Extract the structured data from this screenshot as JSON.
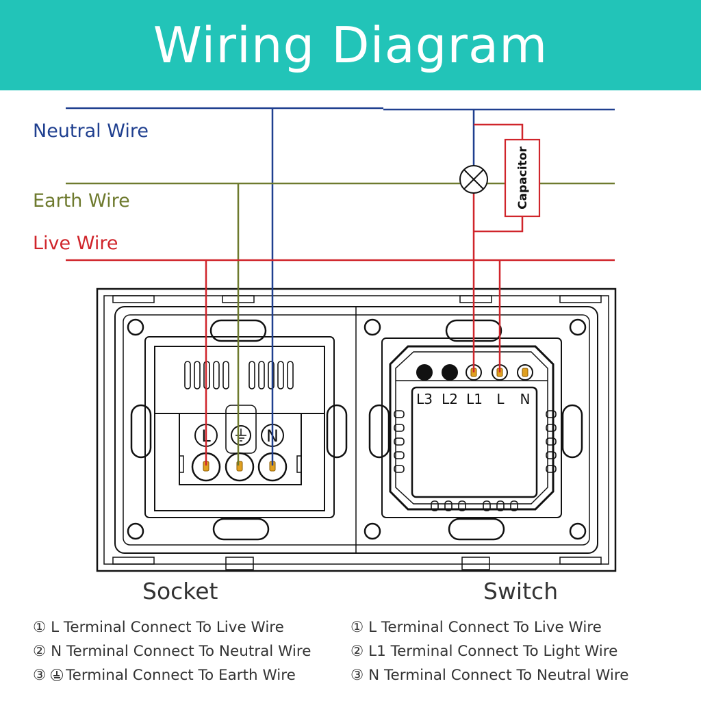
{
  "header": {
    "title": "Wiring Diagram",
    "background": "#22c4b8"
  },
  "wires": {
    "neutral": {
      "label": "Neutral Wire",
      "color": "#1f3f8f"
    },
    "earth": {
      "label": "Earth Wire",
      "color": "#6e7a2e"
    },
    "live": {
      "label": "Live Wire",
      "color": "#d0252b"
    }
  },
  "capacitor_label": "Capacitor",
  "socket": {
    "title": "Socket",
    "terminals": [
      "L",
      "",
      "N"
    ],
    "notes": [
      "① L Terminal Connect To Live Wire",
      "② N Terminal Connect To Neutral Wire",
      "③ ",
      "Terminal Connect To Earth Wire"
    ]
  },
  "switch": {
    "title": "Switch",
    "terminals": [
      "L3",
      "L2",
      "L1",
      "L",
      "N"
    ],
    "notes": [
      "① L Terminal Connect To Live Wire",
      "② L1 Terminal Connect To Light Wire",
      "③ N Terminal Connect To Neutral Wire"
    ]
  },
  "icons": {
    "lamp": "lamp-x-icon",
    "earth": "earth-ground-icon"
  }
}
